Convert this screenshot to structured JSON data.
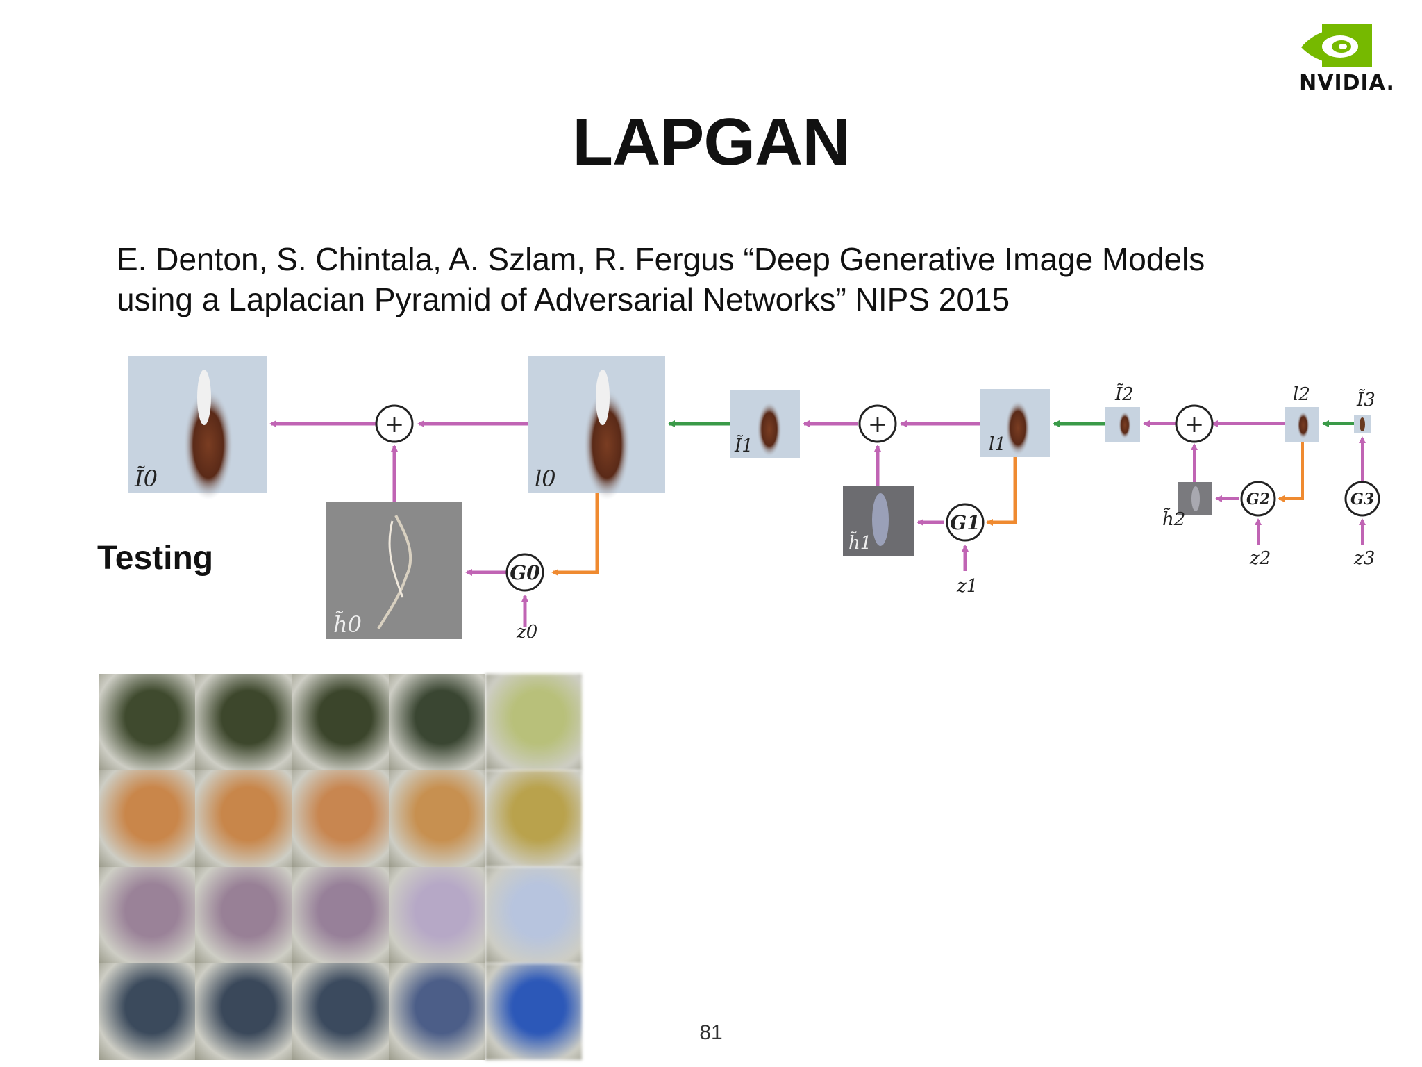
{
  "logo": {
    "wordmark": "NVIDIA."
  },
  "slide": {
    "title": "LAPGAN",
    "citation_line1": "E. Denton, S. Chintala, A. Szlam, R. Fergus “Deep Generative Image Models",
    "citation_line2": "using a Laplacian Pyramid of Adversarial Networks” NIPS 2015",
    "testing_label": "Testing",
    "page_number": "81"
  },
  "colors": {
    "upsample_arrow": "#c064b4",
    "downsample_arrow": "#3a9a48",
    "generator_arrow": "#ef8a30"
  },
  "diagram": {
    "image_labels": {
      "I0": "Ĩ0",
      "l0": "l0",
      "h0": "h̃0",
      "I1": "Ĩ1",
      "l1": "l1",
      "h1": "h̃1",
      "I2": "Ĩ2",
      "l2": "l2",
      "h2": "h̃2",
      "I3": "Ĩ3"
    },
    "generators": {
      "G0": "G0",
      "G1": "G1",
      "G2": "G2",
      "G3": "G3"
    },
    "noise": {
      "z0": "z0",
      "z1": "z1",
      "z2": "z2",
      "z3": "z3"
    },
    "sum_symbol": "+"
  },
  "sample_grid": {
    "rows": 4,
    "cols": 5,
    "row_colors": [
      [
        "#3f4a2e",
        "#3d472c",
        "#3b452b",
        "#3a4632",
        "#b8c07a"
      ],
      [
        "#c9864a",
        "#c8864a",
        "#c88650",
        "#c79050",
        "#b9a24c"
      ],
      [
        "#9a8298",
        "#988096",
        "#978099",
        "#b6a8c6",
        "#b7c4de"
      ],
      [
        "#3b4a5c",
        "#3a485a",
        "#3b4a5e",
        "#4c5e88",
        "#2c58b8"
      ]
    ]
  }
}
